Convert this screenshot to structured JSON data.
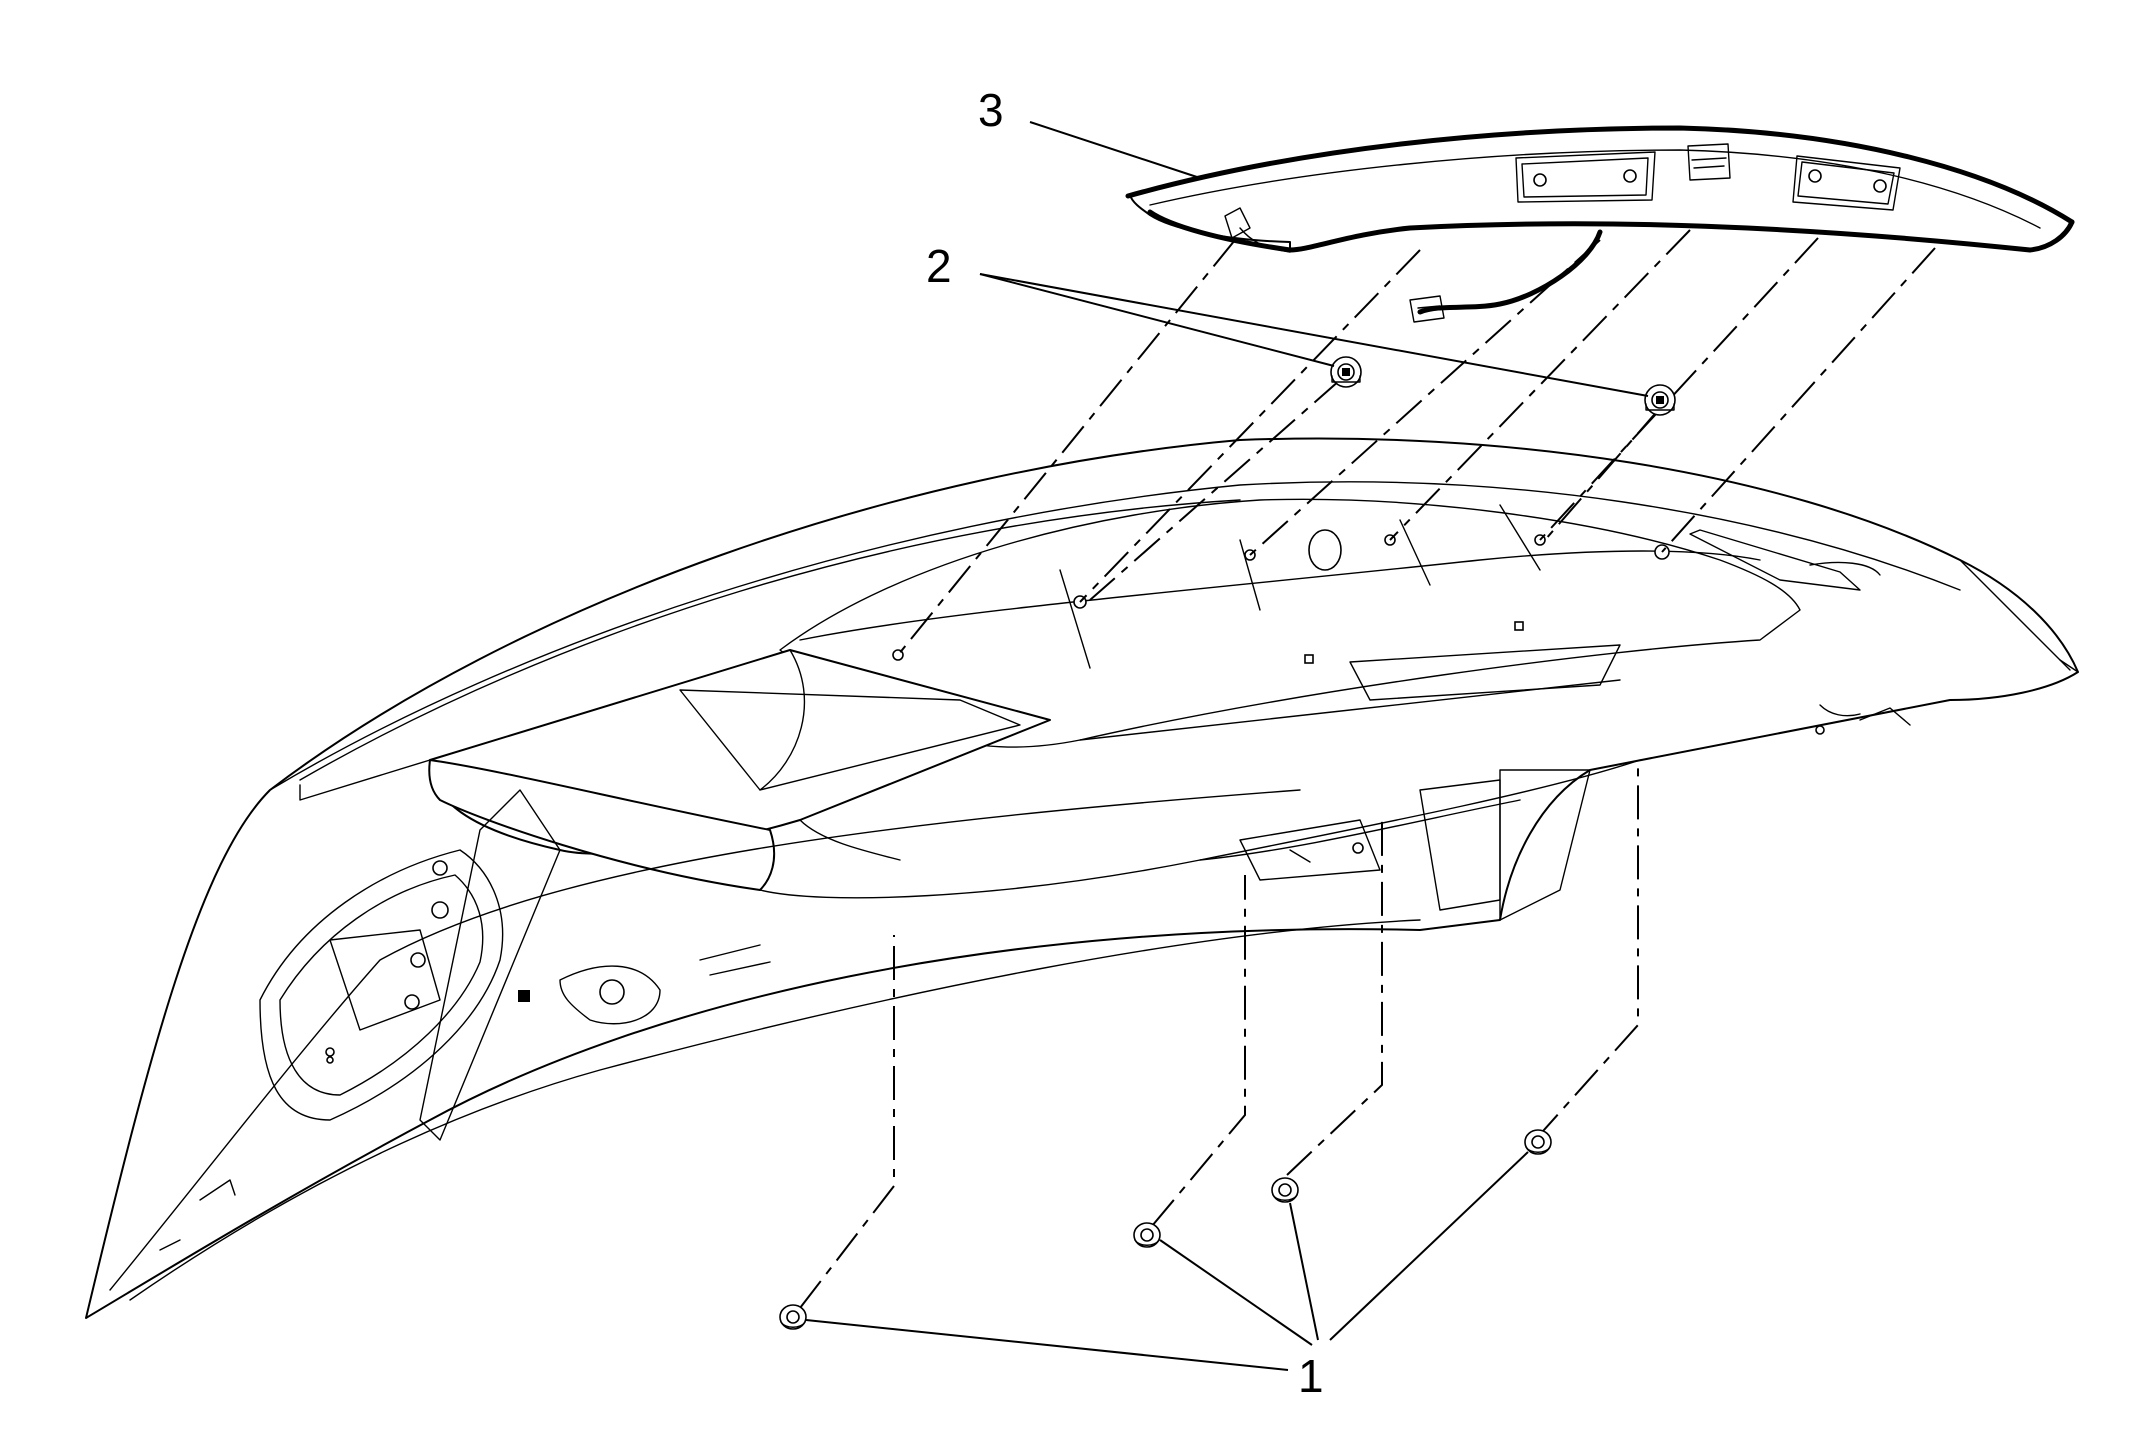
{
  "callouts": {
    "nut": "1",
    "retainer": "2",
    "spoiler": "3"
  },
  "parts": {
    "nuts": 4,
    "retainers": 2
  }
}
